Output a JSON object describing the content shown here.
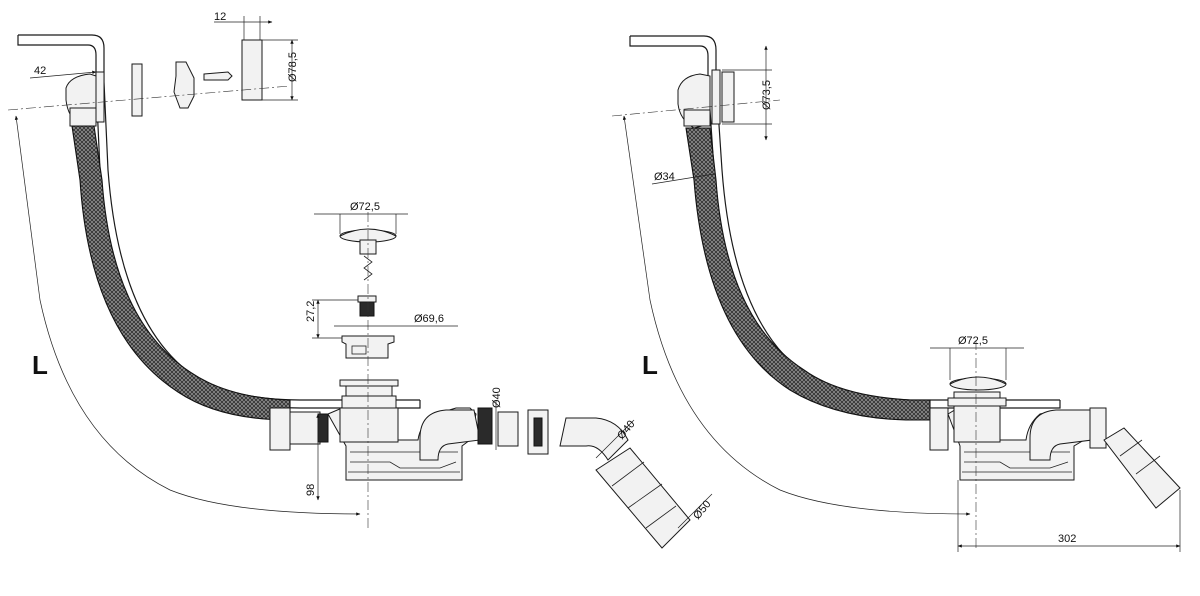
{
  "left_view": {
    "label_L": "L",
    "dims": {
      "d12": "12",
      "d42": "42",
      "d78_5": "Ø78,5",
      "d72_5": "Ø72,5",
      "d27_2": "27,2",
      "d69_6": "Ø69,6",
      "d40_a": "Ø40",
      "d40_b": "Ø40",
      "d98": "98",
      "d50": "Ø50"
    }
  },
  "right_view": {
    "label_L": "L",
    "dims": {
      "d73_5": "Ø73,5",
      "d34": "Ø34",
      "d72_5": "Ø72,5",
      "d302": "302"
    }
  },
  "colors": {
    "line": "#1a1a1a",
    "fill_dark": "#2a2a2a",
    "fill_light": "#f2f2f2",
    "background": "#ffffff"
  }
}
